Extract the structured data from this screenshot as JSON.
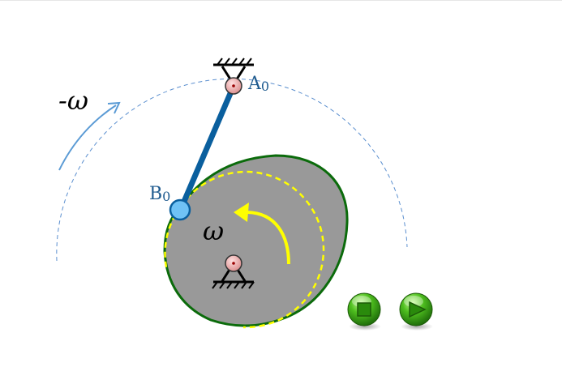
{
  "labels": {
    "neg_omega": "-ω",
    "omega": "ω",
    "a0_main": "A",
    "a0_sub": "0",
    "b0_main": "B",
    "b0_sub": "0"
  },
  "controls": {
    "stop_icon": "stop-icon",
    "play_icon": "play-icon"
  },
  "colors": {
    "cam_fill": "#999999",
    "cam_outline": "#0b6b0b",
    "base_circle": "#ffff00",
    "link": "#0a5f9e",
    "joint_b": "#6fc2f5",
    "omega_arrow": "#ffff00",
    "neg_omega_arrow": "#5b9bd5",
    "path_circle": "#5b8fcf",
    "label_text": "#1f5b8f",
    "button_green": "#3aa317"
  }
}
